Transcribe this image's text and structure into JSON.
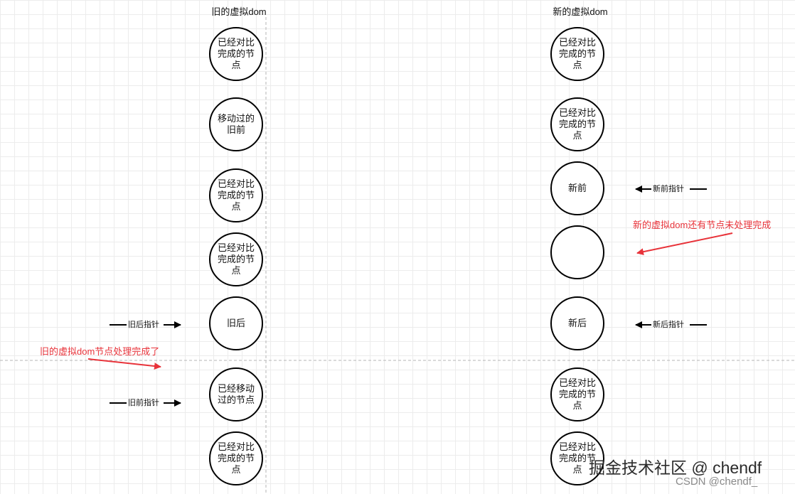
{
  "titles": {
    "old_dom": "旧的虚拟dom",
    "new_dom": "新的虚拟dom"
  },
  "old_nodes": [
    "已经对比完成的节点",
    "移动过的旧前",
    "已经对比完成的节点",
    "已经对比完成的节点",
    "旧后",
    "已经移动过的节点",
    "已经对比完成的节点"
  ],
  "new_nodes": [
    "已经对比完成的节点",
    "已经对比完成的节点",
    "新前",
    "",
    "新后",
    "已经对比完成的节点",
    "已经对比完成的节点"
  ],
  "pointers": {
    "old_end": "旧后指针",
    "old_start": "旧前指针",
    "new_start": "新前指针",
    "new_end": "新后指针"
  },
  "notes": {
    "new_remaining": "新的虚拟dom还有节点未处理完成",
    "old_done": "旧的虚拟dom节点处理完成了"
  },
  "watermark": {
    "main": "掘金技术社区 @ chendf",
    "sub": "CSDN @chendf_"
  },
  "colors": {
    "annotation": "#e8333a",
    "stroke": "#000000"
  }
}
